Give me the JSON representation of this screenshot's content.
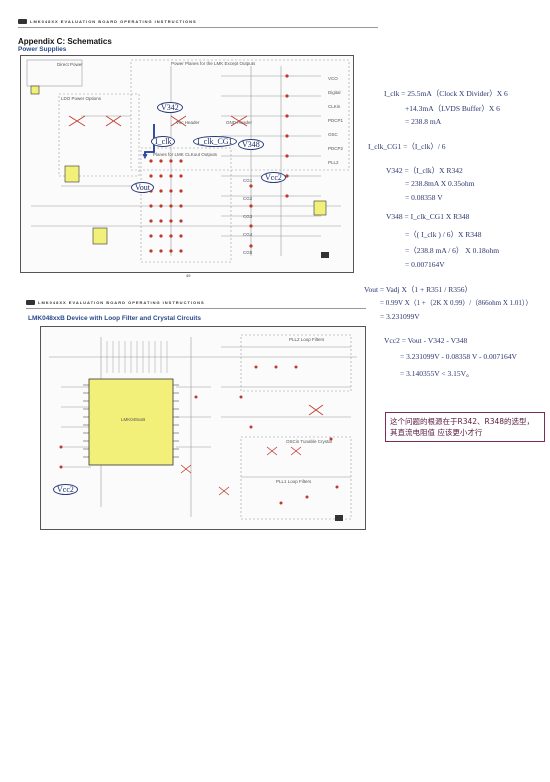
{
  "page1": {
    "header_text": "LMK048XX EVALUATION BOARD OPERATING INSTRUCTIONS",
    "section_title": "Appendix C: Schematics",
    "section_subtitle": "Power Supplies",
    "labels": {
      "direct_power": "Direct Power",
      "power_planes": "Power Planes for the LMK Except Outputs",
      "ldo_options": "LDO Power Options",
      "vcc_header": "Vcc Header",
      "gnd_header": "GND Header",
      "clkout_planes": "Planes for LMK CLKout Outputs",
      "vco": "VCO",
      "digital": "Digital",
      "clkin": "CLKin",
      "pdcp1": "PDCP1",
      "osc": "OSC",
      "pdcp2": "PDCP2",
      "pll2": "PLL2",
      "c1": "CG1",
      "c2": "CG2",
      "c3": "CG3",
      "c4": "CG4",
      "c5": "CG5"
    },
    "page_number": "49"
  },
  "page2": {
    "header_text": "LMK048XX EVALUATION BOARD OPERATING INSTRUCTIONS",
    "section_subtitle": "LMK048xxB Device with Loop Filter and Crystal Circuits",
    "labels": {
      "pll2_loop": "PLL2 Loop Filters",
      "chip": "LMK048xxB",
      "osc_tunable": "OSCin Tunable Crystal",
      "pll1_loop": "PLL1 Loop Filters"
    }
  },
  "callouts": {
    "v342": "V342",
    "i_clk": "I_clk",
    "i_clk_cg1": "I_clk_CG1",
    "v348": "V348",
    "vcc2": "Vcc2",
    "vout": "Vout",
    "vcc2_b": "Vcc2"
  },
  "equations": {
    "l1": "I_clk = 25.5mA（Clock X Divider）X 6",
    "l2": "+14.3mA（LVDS Buffer）X 6",
    "l3": "= 238.8 mA",
    "l4": "I_clk_CG1 =（I_clk）/ 6",
    "l5": "V342 =（I_clk）X R342",
    "l6": "= 238.8mA X 0.35ohm",
    "l7": "= 0.08358 V",
    "l8": "V348 = I_clk_CG1 X R348",
    "l9": "=（( I_clk ) / 6）X R348",
    "l10": "=（238.8 mA / 6） X 0.18ohm",
    "l11": "= 0.007164V",
    "l12": "Vout = Vadj X（1 + R351 / R356）",
    "l13": "= 0.99V X（1 +（2K X 0.99）/（866ohm X 1.01））",
    "l14": "= 3.231099V",
    "l15": "Vcc2 = Vout - V342 - V348",
    "l16": "= 3.231099V - 0.08358 V - 0.007164V",
    "l17": "= 3.140355V < 3.15V。"
  },
  "note": {
    "line1": "这个问题的根源在于R342、R348的选型，",
    "line2": "其直流电阻值 应该更小才行"
  },
  "colors": {
    "callout_border": "#2a3b7a",
    "equation_text": "#2a3570",
    "note_border": "#7a2d5a",
    "chip_fill": "#f2f078"
  }
}
